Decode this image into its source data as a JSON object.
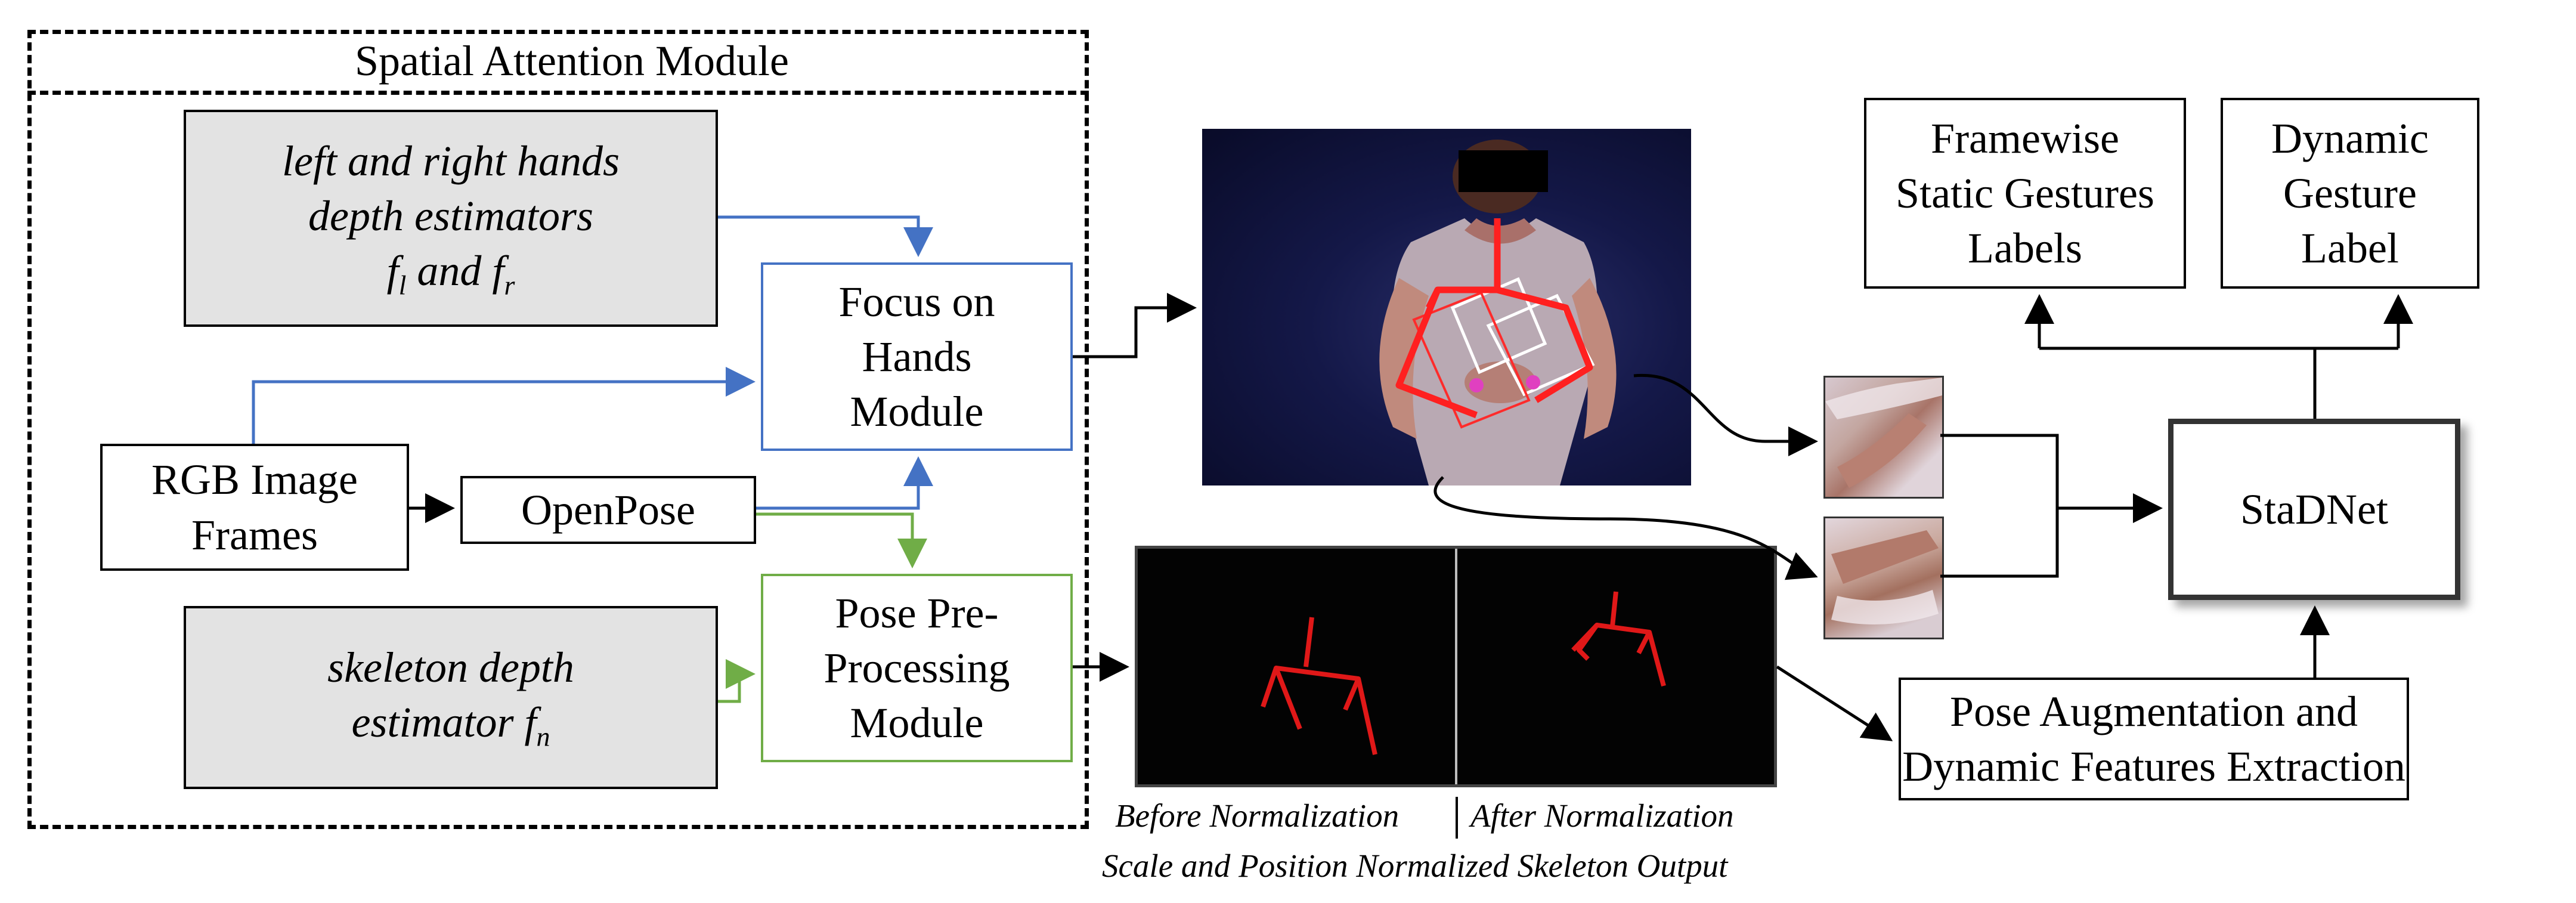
{
  "spatial_attention": {
    "title": "Spatial Attention Module"
  },
  "hands_depth": {
    "line1": "left and right hands",
    "line2": "depth estimators",
    "line3_pre": "f",
    "sub_l": "l",
    "line3_mid": " and f",
    "sub_r": "r"
  },
  "focus_module": {
    "line1": "Focus on",
    "line2": "Hands",
    "line3": "Module"
  },
  "rgb_frames": {
    "line1": "RGB Image",
    "line2": "Frames"
  },
  "openpose": {
    "label": "OpenPose"
  },
  "skeleton_depth": {
    "line1": "skeleton depth",
    "line2_pre": "estimator f",
    "sub_n": "n"
  },
  "pose_module": {
    "line1": "Pose Pre-",
    "line2": "Processing",
    "line3": "Module"
  },
  "framewise": {
    "line1": "Framewise",
    "line2": "Static Gestures",
    "line3": "Labels"
  },
  "dynamic": {
    "line1": "Dynamic",
    "line2": "Gesture",
    "line3": "Label"
  },
  "stadnet": {
    "label": "StaDNet"
  },
  "pose_aug": {
    "line1": "Pose Augmentation and",
    "line2": "Dynamic Features Extraction"
  },
  "skeleton_output": {
    "before": "Before Normalization",
    "after": "After Normalization",
    "caption": "Scale and Position Normalized Skeleton Output"
  },
  "colors": {
    "blue_flow": "#4472c4",
    "green_flow": "#70ad47",
    "skeleton": "#ff2020",
    "grey_fill": "#e3e3e3"
  }
}
